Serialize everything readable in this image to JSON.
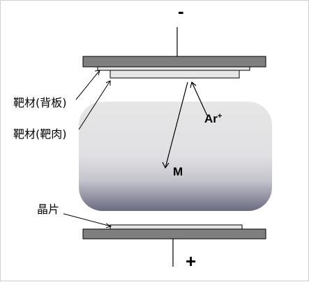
{
  "polarity": {
    "top": "-",
    "bottom": "+"
  },
  "labels": {
    "target_backing": "靶材(背板)",
    "target_material": "靶材(靶肉)",
    "argon_ion": "Ar",
    "argon_charge": "+",
    "sputtered_atom": "M",
    "wafer": "晶片"
  },
  "colors": {
    "electrode": "#7f7f7f",
    "target_surface": "#e6e6e6",
    "plasma_top": "#e2e2e2",
    "plasma_bottom": "#666680"
  }
}
